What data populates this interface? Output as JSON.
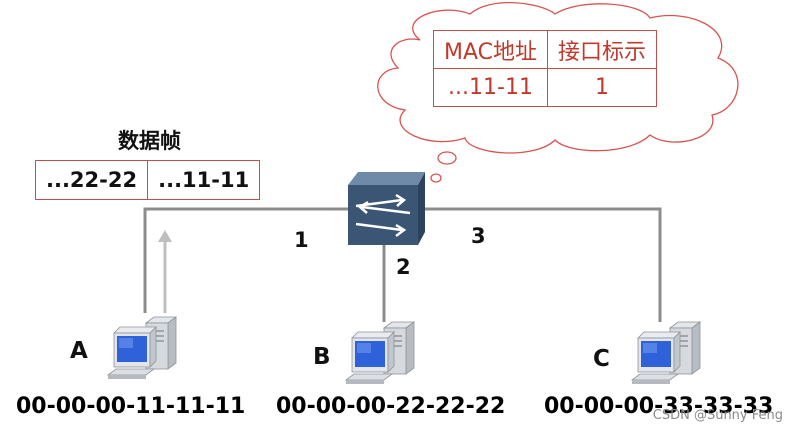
{
  "mac_table": {
    "headers": [
      "MAC地址",
      "接口标示"
    ],
    "rows": [
      [
        "...11-11",
        "1"
      ]
    ]
  },
  "frame": {
    "title": "数据帧",
    "cells": [
      "...22-22",
      "...11-11"
    ]
  },
  "ports": {
    "p1": "1",
    "p2": "2",
    "p3": "3"
  },
  "hosts": [
    {
      "name": "A",
      "mac": "00-00-00-11-11-11"
    },
    {
      "name": "B",
      "mac": "00-00-00-22-22-22"
    },
    {
      "name": "C",
      "mac": "00-00-00-33-33-33"
    }
  ],
  "watermark": "CSDN @Sunny Feng",
  "colors": {
    "table_border": "#c0504d",
    "table_text": "#c0392b",
    "cloud_stroke": "#d9534f",
    "wire": "#8c8c8c",
    "switch_body": "#3b5675",
    "switch_top": "#6f8aa8"
  },
  "icons": {
    "switch": "network-switch-icon",
    "computer": "desktop-computer-icon"
  }
}
